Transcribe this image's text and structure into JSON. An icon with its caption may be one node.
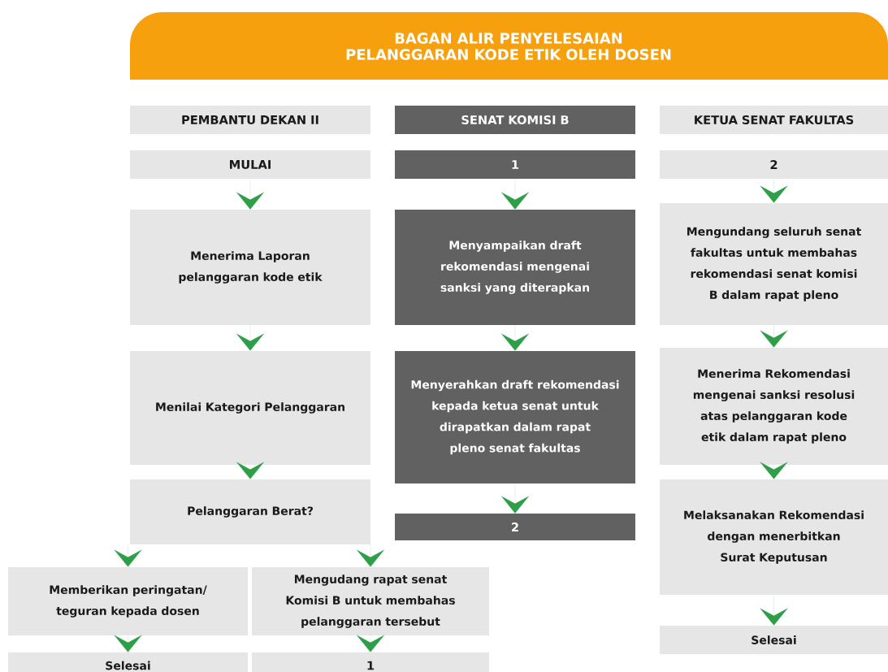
{
  "diagram": {
    "title": "BAGAN ALIR PENYELESAIAN PELANGGARAN KODE ETIK OLEH DOSEN",
    "nodes": [
      {
        "text": [
          "PEMBANTU DEKAN II"
        ]
      },
      {
        "text": [
          "SENAT KOMISI B"
        ]
      },
      {
        "text": [
          "KETUA SENAT FAKULTAS"
        ]
      },
      {
        "text": [
          "MULAI"
        ]
      },
      {
        "text": [
          "1"
        ]
      },
      {
        "text": [
          "2"
        ]
      },
      {
        "text": [
          "Menerima Laporan pelanggaran kode etik"
        ]
      },
      {
        "text": [
          "Menyampaikan draft rekomendasi mengenai sanksi yang diterapkan"
        ]
      },
      {
        "text": [
          "Mengundang seluruh senat fakultas untuk membahas rekomendasi senat komisi B dalam rapat pleno"
        ]
      },
      {
        "text": [
          "Menilai Kategori Pelanggaran"
        ]
      },
      {
        "text": [
          "Menyerahkan draft rekomendasi kepada ketua senat untuk dirapatkan dalam rapat pleno senat fakultas"
        ]
      },
      {
        "text": [
          "Menerima Rekomendasi mengenai sanksi resolusi atas pelanggaran kode etik dalam rapat pleno"
        ]
      },
      {
        "text": [
          "Pelanggaran Berat?"
        ]
      },
      {
        "text": [
          "2"
        ]
      },
      {
        "text": [
          "Melaksanakan Rekomendasi dengan menerbitkan Surat Keputusan"
        ]
      },
      {
        "text": [
          "Memberikan peringatan/ teguran kepada dosen"
        ]
      },
      {
        "text": [
          "Mengudang rapat senat Komisi B untuk membahas pelanggaran tersebut"
        ]
      },
      {
        "text": [
          "Selesai"
        ]
      },
      {
        "text": [
          "Selesai"
        ]
      },
      {
        "text": [
          "1"
        ]
      }
    ],
    "edges": [
      {
        "from": 3,
        "to": 6,
        "arrow": "to"
      },
      {
        "from": 6,
        "to": 9,
        "arrow": "to"
      },
      {
        "from": 9,
        "to": 12,
        "arrow": "to"
      },
      {
        "from": 12,
        "to": 15,
        "arrow": "to"
      },
      {
        "from": 12,
        "to": 16,
        "arrow": "to"
      },
      {
        "from": 15,
        "to": 18,
        "arrow": "to"
      },
      {
        "from": 16,
        "to": 19,
        "arrow": "to"
      },
      {
        "from": 4,
        "to": 7,
        "arrow": "to"
      },
      {
        "from": 7,
        "to": 10,
        "arrow": "to"
      },
      {
        "from": 10,
        "to": 13,
        "arrow": "to"
      },
      {
        "from": 5,
        "to": 8,
        "arrow": "to"
      },
      {
        "from": 8,
        "to": 11,
        "arrow": "to"
      },
      {
        "from": 11,
        "to": 14,
        "arrow": "to"
      },
      {
        "from": 14,
        "to": 17,
        "arrow": "to"
      }
    ]
  }
}
